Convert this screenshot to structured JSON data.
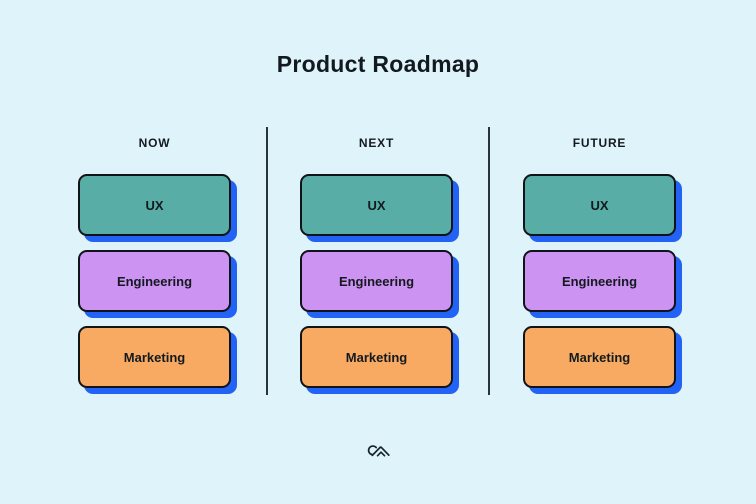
{
  "title": "Product Roadmap",
  "colors": {
    "background": "#DFF4FA",
    "text": "#131A1E",
    "card_border": "#101418",
    "shadow": "#2262F4",
    "divider": "#26343B",
    "teal": "#58ADA6",
    "purple": "#CC93F3",
    "orange": "#F8A962"
  },
  "columns": [
    {
      "header": "NOW",
      "cards": [
        {
          "label": "UX",
          "color": "teal"
        },
        {
          "label": "Engineering",
          "color": "purple"
        },
        {
          "label": "Marketing",
          "color": "orange"
        }
      ]
    },
    {
      "header": "NEXT",
      "cards": [
        {
          "label": "UX",
          "color": "teal"
        },
        {
          "label": "Engineering",
          "color": "purple"
        },
        {
          "label": "Marketing",
          "color": "orange"
        }
      ]
    },
    {
      "header": "FUTURE",
      "cards": [
        {
          "label": "UX",
          "color": "teal"
        },
        {
          "label": "Engineering",
          "color": "purple"
        },
        {
          "label": "Marketing",
          "color": "orange"
        }
      ]
    }
  ],
  "footer": {
    "logo_icon": "brand-logo-icon"
  }
}
